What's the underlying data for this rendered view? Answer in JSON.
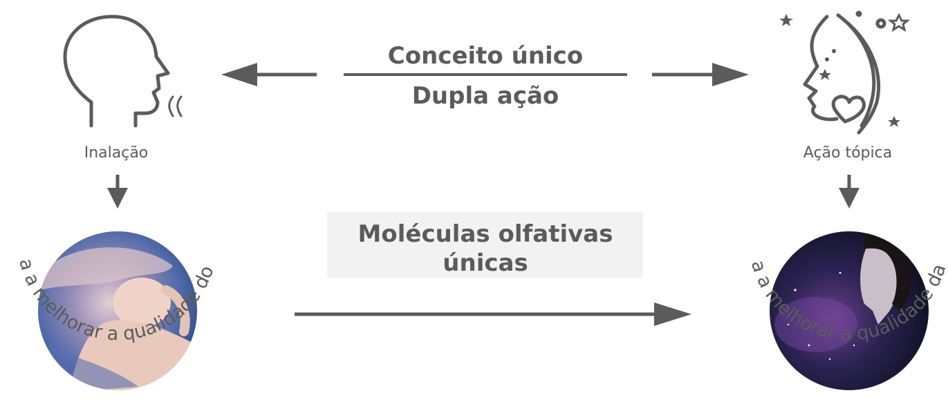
{
  "colors": {
    "ink": "#5b5b5b",
    "box_fill": "#f2f2f2",
    "background": "#ffffff"
  },
  "center": {
    "concept_label": "Conceito único",
    "action_label": "Dupla ação"
  },
  "left": {
    "icon": "head-inhaling-icon",
    "label": "Inalação",
    "image": "woman-sleeping-photo",
    "benefit": "Ajuda a melhorar a qualidade do sono"
  },
  "right": {
    "icon": "face-with-stars-heart-icon",
    "label": "Ação tópica",
    "image": "woman-cosmic-portrait-photo",
    "benefit": "Ajuda a melhorar a qualidade da pele"
  },
  "molecules": {
    "line1": "Moléculas olfativas",
    "line2": "únicas"
  }
}
